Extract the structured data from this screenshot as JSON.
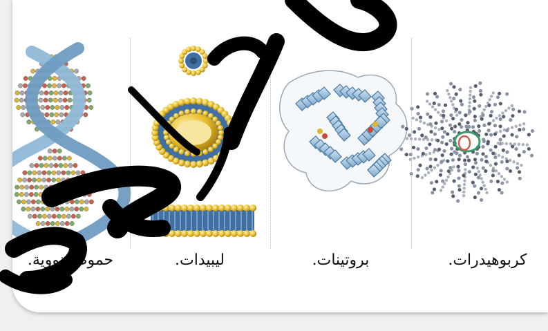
{
  "categories": [
    {
      "id": "carbohydrates",
      "label": "كربوهيدرات."
    },
    {
      "id": "proteins",
      "label": "بروتينات."
    },
    {
      "id": "lipids",
      "label": "ليبيدات."
    },
    {
      "id": "nucleic_acids",
      "label": "حموض نووية."
    }
  ],
  "colors": {
    "helix_blue": "#8fb9d8",
    "helix_blue_dark": "#5f88ad",
    "lipid_head": "#e8c23a",
    "lipid_tail": "#3f6fa3",
    "glycogen_bead": "#555f70",
    "overlay_ink": "#000000"
  }
}
